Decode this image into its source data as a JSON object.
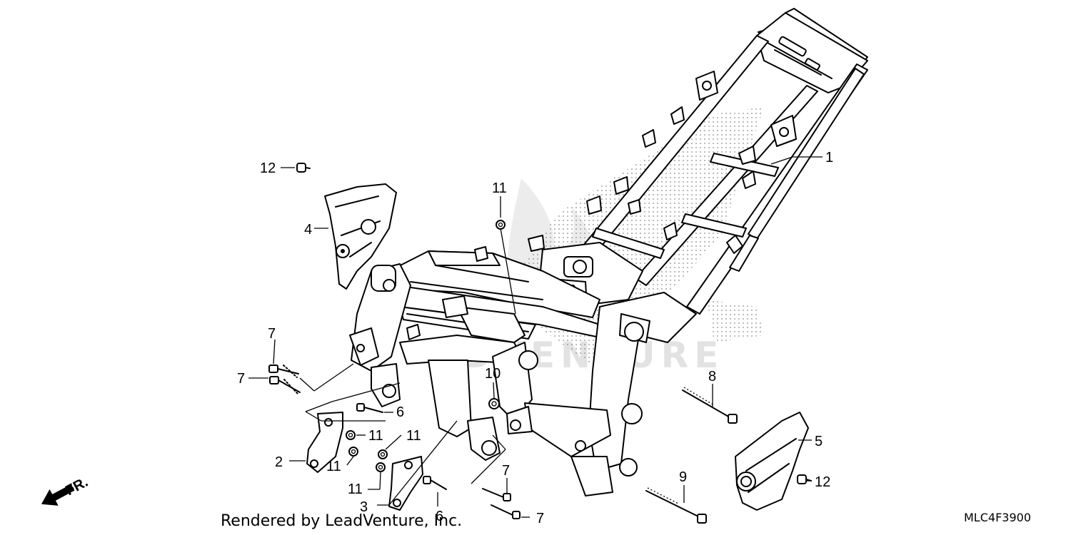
{
  "diagram_code": "MLC4F3900",
  "credit": "Rendered by LeadVenture, Inc.",
  "watermark": "ADVENTURE",
  "direction_label": "FR.",
  "callouts": {
    "c1": "1",
    "c2": "2",
    "c3": "3",
    "c4": "4",
    "c5": "5",
    "c6a": "6",
    "c6b": "6",
    "c7a": "7",
    "c7b": "7",
    "c7c": "7",
    "c7d": "7",
    "c8": "8",
    "c9": "9",
    "c10": "10",
    "c11a": "11",
    "c11b": "11",
    "c11c": "11",
    "c11d": "11",
    "c11e": "11",
    "c12a": "12",
    "c12b": "12"
  }
}
